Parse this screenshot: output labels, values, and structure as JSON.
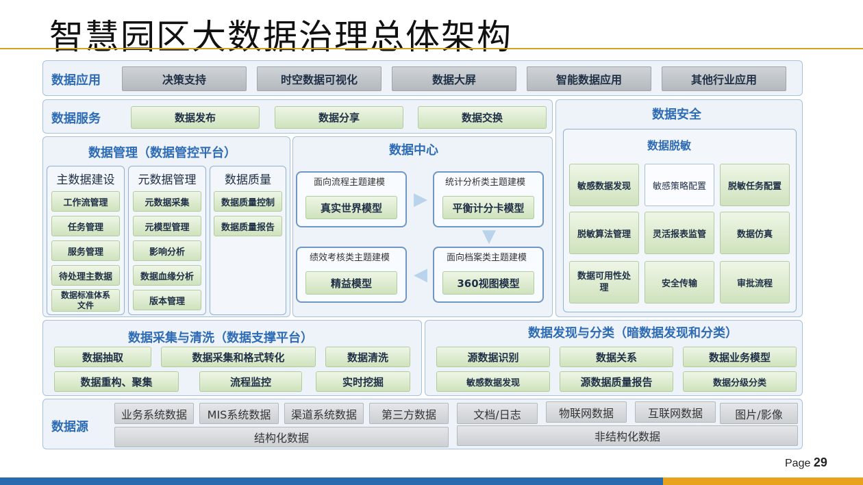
{
  "title": "智慧园区大数据治理总体架构",
  "app_layer": {
    "label": "数据应用",
    "items": [
      "决策支持",
      "时空数据可视化",
      "数据大屏",
      "智能数据应用",
      "其他行业应用"
    ]
  },
  "service_layer": {
    "label": "数据服务",
    "items": [
      "数据发布",
      "数据分享",
      "数据交换"
    ]
  },
  "security": {
    "label": "数据安全",
    "masking_label": "数据脱敏",
    "items": [
      "敏感数据发现",
      "敏感策略配置",
      "脱敏任务配置",
      "脱敏算法管理",
      "灵活报表监管",
      "数据仿真",
      "数据可用性处理",
      "安全传输",
      "审批流程"
    ]
  },
  "management": {
    "label": "数据管理（数据管控平台）",
    "columns": [
      {
        "title": "主数据建设",
        "items": [
          "工作流管理",
          "任务管理",
          "服务管理",
          "待处理主数据",
          "数据标准体系文件"
        ]
      },
      {
        "title": "元数据管理",
        "items": [
          "元数据采集",
          "元模型管理",
          "影响分析",
          "数据血缘分析",
          "版本管理"
        ]
      },
      {
        "title": "数据质量",
        "items": [
          "数据质量控制",
          "数据质量报告"
        ]
      }
    ]
  },
  "data_center": {
    "label": "数据中心",
    "models": [
      {
        "caption": "面向流程主题建模",
        "model": "真实世界模型"
      },
      {
        "caption": "统计分析类主题建模",
        "model": "平衡计分卡模型"
      },
      {
        "caption": "绩效考核类主题建模",
        "model": "精益模型"
      },
      {
        "caption": "面向档案类主题建模",
        "model": "360视图模型"
      }
    ]
  },
  "collection": {
    "label": "数据采集与清洗（数据支撑平台）",
    "items": [
      "数据抽取",
      "数据采集和格式转化",
      "数据清洗",
      "数据重构、聚集",
      "流程监控",
      "实时挖掘"
    ]
  },
  "discovery": {
    "label": "数据发现与分类（暗数据发现和分类）",
    "items": [
      "源数据识别",
      "数据关系",
      "数据业务模型",
      "敏感数据发现",
      "源数据质量报告",
      "数据分级分类"
    ]
  },
  "sources": {
    "label": "数据源",
    "structured": [
      "业务系统数据",
      "MIS系统数据",
      "渠道系统数据",
      "第三方数据"
    ],
    "structured_label": "结构化数据",
    "unstructured": [
      "文档/日志",
      "物联网数据",
      "互联网数据",
      "图片/影像"
    ],
    "unstructured_label": "非结构化数据"
  },
  "footer": {
    "page_prefix": "Page",
    "page_number": "29"
  }
}
